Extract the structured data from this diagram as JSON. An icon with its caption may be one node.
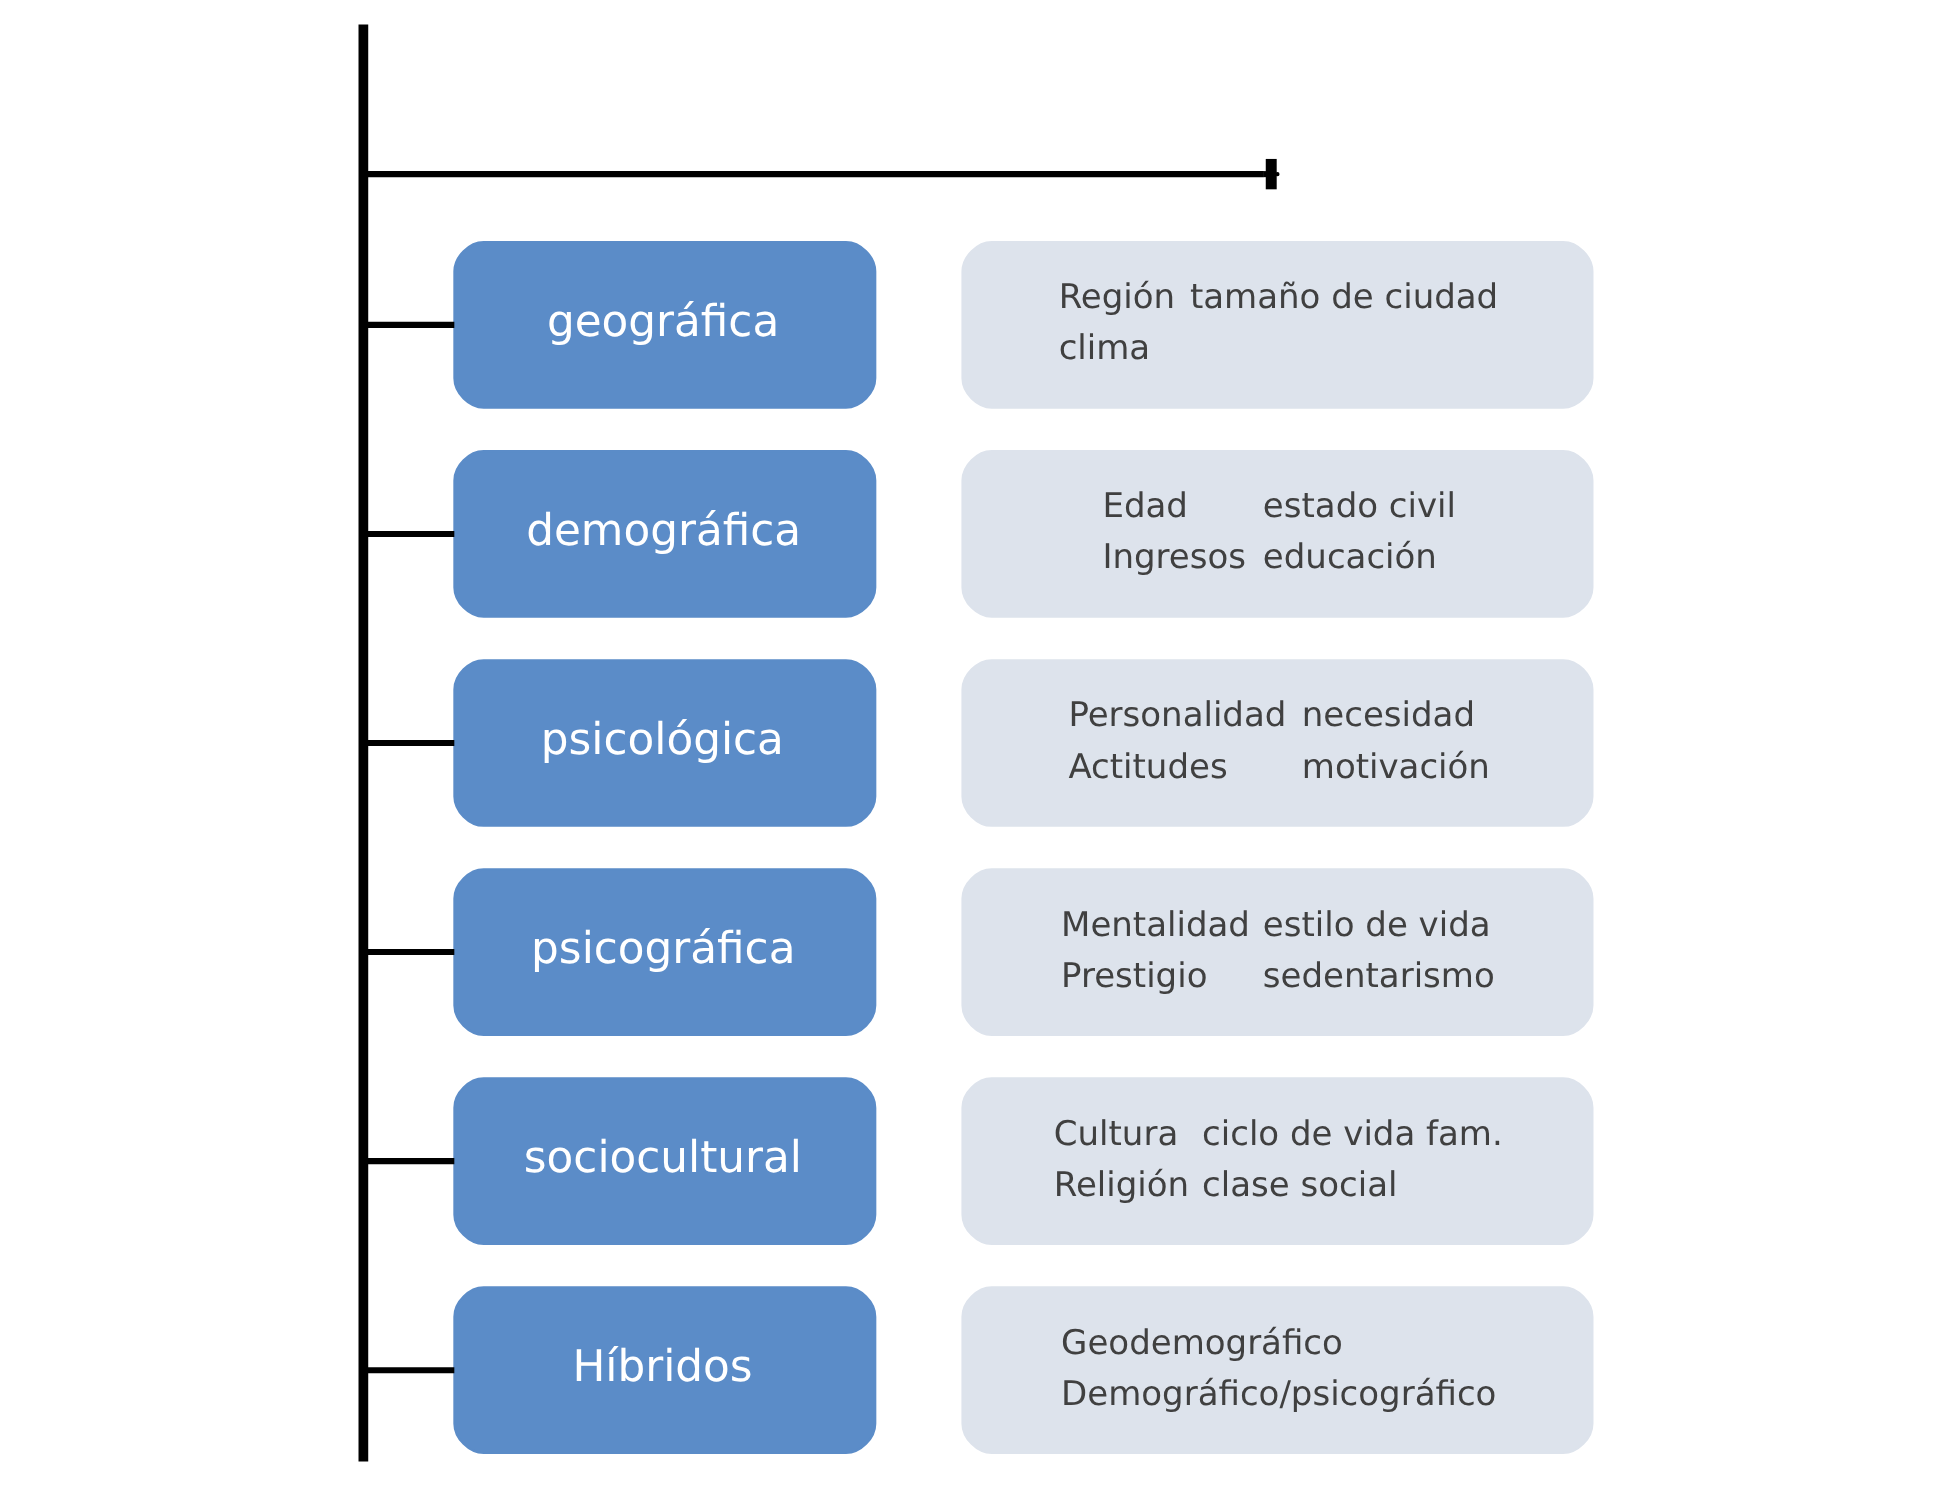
{
  "diagram": {
    "nodes": [
      {
        "text": [],
        "shape": "bar"
      },
      {
        "text": [
          "geográfica"
        ]
      },
      {
        "text": [
          "Región",
          "tamaño de ciudad",
          "clima"
        ]
      },
      {
        "text": [
          "demográfica"
        ]
      },
      {
        "text": [
          "Edad",
          "estado civil",
          "Ingresos",
          "educación"
        ]
      },
      {
        "text": [
          "psicológica"
        ]
      },
      {
        "text": [
          "Personalidad",
          "necesidad",
          "Actitudes",
          "motivación"
        ]
      },
      {
        "text": [
          "psicográfica"
        ]
      },
      {
        "text": [
          "Mentalidad",
          "estilo de vida",
          "Prestigio",
          "sedentarismo"
        ]
      },
      {
        "text": [
          "sociocultural"
        ]
      },
      {
        "text": [
          "Cultura",
          "ciclo de vida fam.",
          "Religión",
          "clase social"
        ]
      },
      {
        "text": [
          "Híbridos"
        ]
      },
      {
        "text": [
          "Geodemográfico",
          "Demográfico/psicográfico"
        ]
      }
    ],
    "edges": [
      {
        "from": 0,
        "to": null,
        "arrow": "other"
      },
      {
        "from": 0,
        "to": 1,
        "arrow": "none"
      },
      {
        "from": 0,
        "to": 3,
        "arrow": "none"
      },
      {
        "from": 0,
        "to": 5,
        "arrow": "none"
      },
      {
        "from": 0,
        "to": 7,
        "arrow": "none"
      },
      {
        "from": 0,
        "to": 9,
        "arrow": "none"
      },
      {
        "from": 0,
        "to": 11,
        "arrow": "none"
      }
    ]
  }
}
